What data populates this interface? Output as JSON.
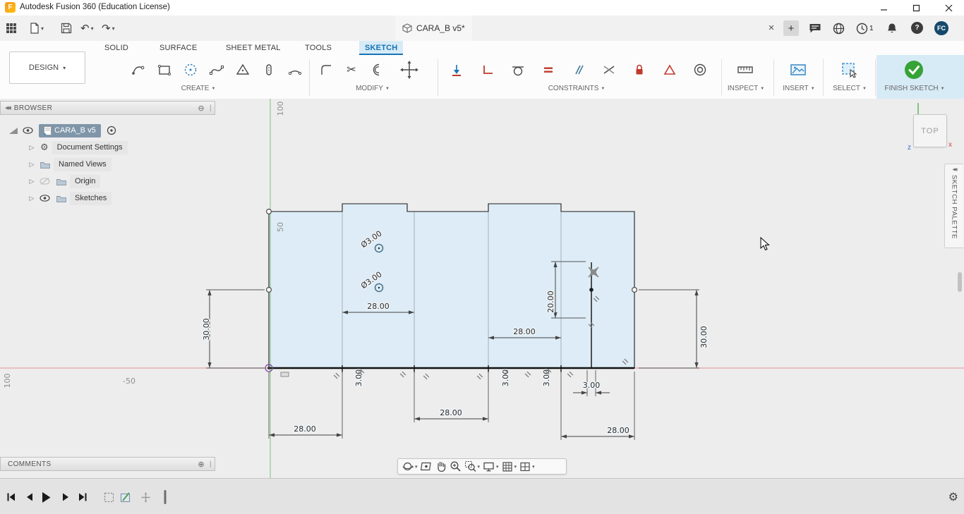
{
  "icons": {
    "caret": "▾",
    "caret_down": "▼",
    "undo": "↶",
    "redo": "↷",
    "gear": "⚙",
    "scissors": "✂",
    "close": "×",
    "plus": "+",
    "question": "?",
    "collapse_double_arrow": "◀◀",
    "minus_circle": "⊖",
    "plus_circle": "⊕",
    "expand_arrow": "▷",
    "panel_handle": "|"
  },
  "title_bar": {
    "app_title": "Autodesk Fusion 360 (Education License)"
  },
  "quickbar": {
    "doc_tab_label": "CARA_B v5*",
    "notification_count": "1",
    "avatar_initials": "FC"
  },
  "ribbon": {
    "design_label": "DESIGN",
    "tabs": [
      "SOLID",
      "SURFACE",
      "SHEET METAL",
      "TOOLS",
      "SKETCH"
    ],
    "groups": {
      "create": "CREATE",
      "modify": "MODIFY",
      "constraints": "CONSTRAINTS",
      "inspect": "INSPECT",
      "insert": "INSERT",
      "select": "SELECT",
      "finish": "FINISH SKETCH"
    }
  },
  "browser": {
    "header": "BROWSER",
    "root_label": "CARA_B v5",
    "items": [
      "Document Settings",
      "Named Views",
      "Origin",
      "Sketches"
    ]
  },
  "comments_panel": {
    "header": "COMMENTS"
  },
  "viewcube": {
    "face": "TOP",
    "axis_x": "x",
    "axis_z": "z"
  },
  "sketch_palette": {
    "label": "SKETCH PALETTE"
  },
  "canvas": {
    "grid_labels": {
      "y_top": "100",
      "y_mid": "50",
      "x_neg": "-50",
      "x_far_left": "100"
    },
    "dimensions": {
      "hole_top": "Ø3.00",
      "hole_bottom": "Ø3.00",
      "tab_width_top_left": "28.00",
      "tab_width_top_right": "28.00",
      "height_left": "30.00",
      "height_right": "30.00",
      "slot_height": "20.00",
      "bottom_gap_mid": "28.00",
      "bottom_width_left": "28.00",
      "bottom_width_right": "28.00",
      "slot_width": "3.00",
      "tab_thickness_1": "3.00",
      "tab_thickness_2": "3.00",
      "tab_thickness_3": "3.00"
    }
  }
}
